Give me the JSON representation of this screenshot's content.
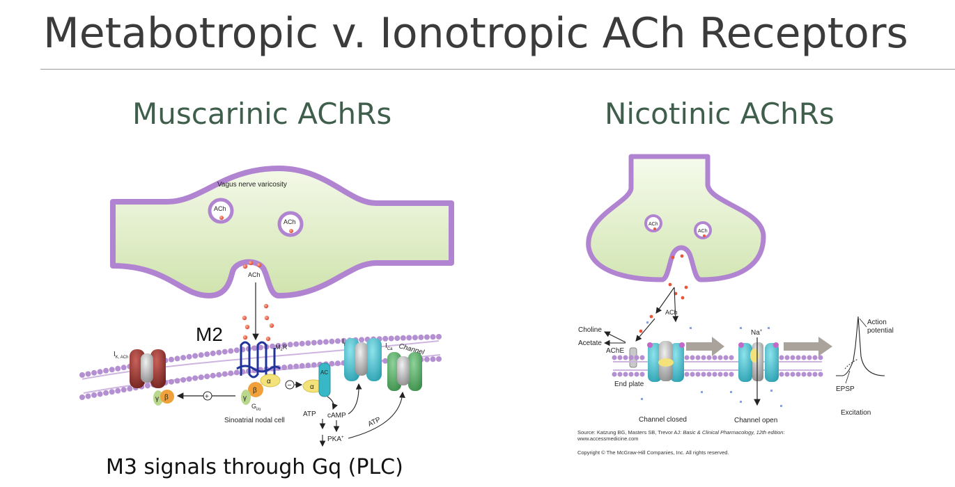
{
  "slide": {
    "title": "Metabotropic v. Ionotropic ACh Receptors",
    "left_heading": "Muscarinic AChRs",
    "right_heading": "Nicotinic AChRs",
    "left_footnote": "M3 signals through Gq (PLC)"
  },
  "muscarinic_figure": {
    "varicosity_label": "Vagus nerve varicosity",
    "vesicle_label": "ACh",
    "released_label": "ACh",
    "receptor_callout": "M2",
    "receptor_label": "M",
    "receptor_sub": "2",
    "receptor_suffix": "R",
    "ik_label": "I",
    "ik_sub": "K, ACh",
    "if_label": "I",
    "if_sub": "f",
    "ica_label": "I",
    "ica_sub": "Ca",
    "channel_label": "Channel",
    "alpha_symbol": "α",
    "beta_symbol": "β",
    "gamma_symbol": "γ",
    "gprotein_label": "G",
    "gprotein_sub": "i/o",
    "ac_label": "AC",
    "inhibit_symbol": "−",
    "activate_symbol": "+",
    "cell_label": "Sinoatrial nodal cell",
    "atp_label": "ATP",
    "camp_label": "cAMP",
    "pka_label": "PKA",
    "pka_sup": "+",
    "atp_label_2": "ATP"
  },
  "nicotinic_figure": {
    "vesicle_label": "ACh",
    "ach_label": "ACh",
    "choline_label": "Choline",
    "acetate_label": "Acetate",
    "ache_label": "AChE",
    "na_label": "Na",
    "na_sup": "+",
    "action_potential_label_1": "Action",
    "action_potential_label_2": "potential",
    "end_plate_label": "End plate",
    "epsp_label": "EPSP",
    "excitation_label": "Excitation",
    "channel_closed_label": "Channel closed",
    "channel_open_label": "Channel open",
    "source_prefix": "Source: Katzung BG, Masters SB, Trevor AJ: ",
    "source_book": "Basic & Clinical Pharmacology, 12th edition",
    "source_suffix": ":",
    "source_url": "www.accessmedicine.com",
    "copyright": "Copyright © The McGraw-Hill Companies, Inc. All rights reserved."
  },
  "colors": {
    "title": "#3b3b3b",
    "heading": "#3f5f4c",
    "membrane_lipid": "#b48fd1",
    "nerve_fill": "#dcebc2",
    "nerve_outline": "#b184d1",
    "receptor_blue": "#1f3399",
    "ach_dot": "#e8563a",
    "channel_teal": "#38b7c6",
    "channel_green": "#4ca35b",
    "channel_red": "#8b2f2a",
    "alpha_yellow": "#f3e27a",
    "beta_orange": "#f0a13b",
    "gamma_green": "#b9d88d",
    "process_arrow": "#a9a39c"
  }
}
